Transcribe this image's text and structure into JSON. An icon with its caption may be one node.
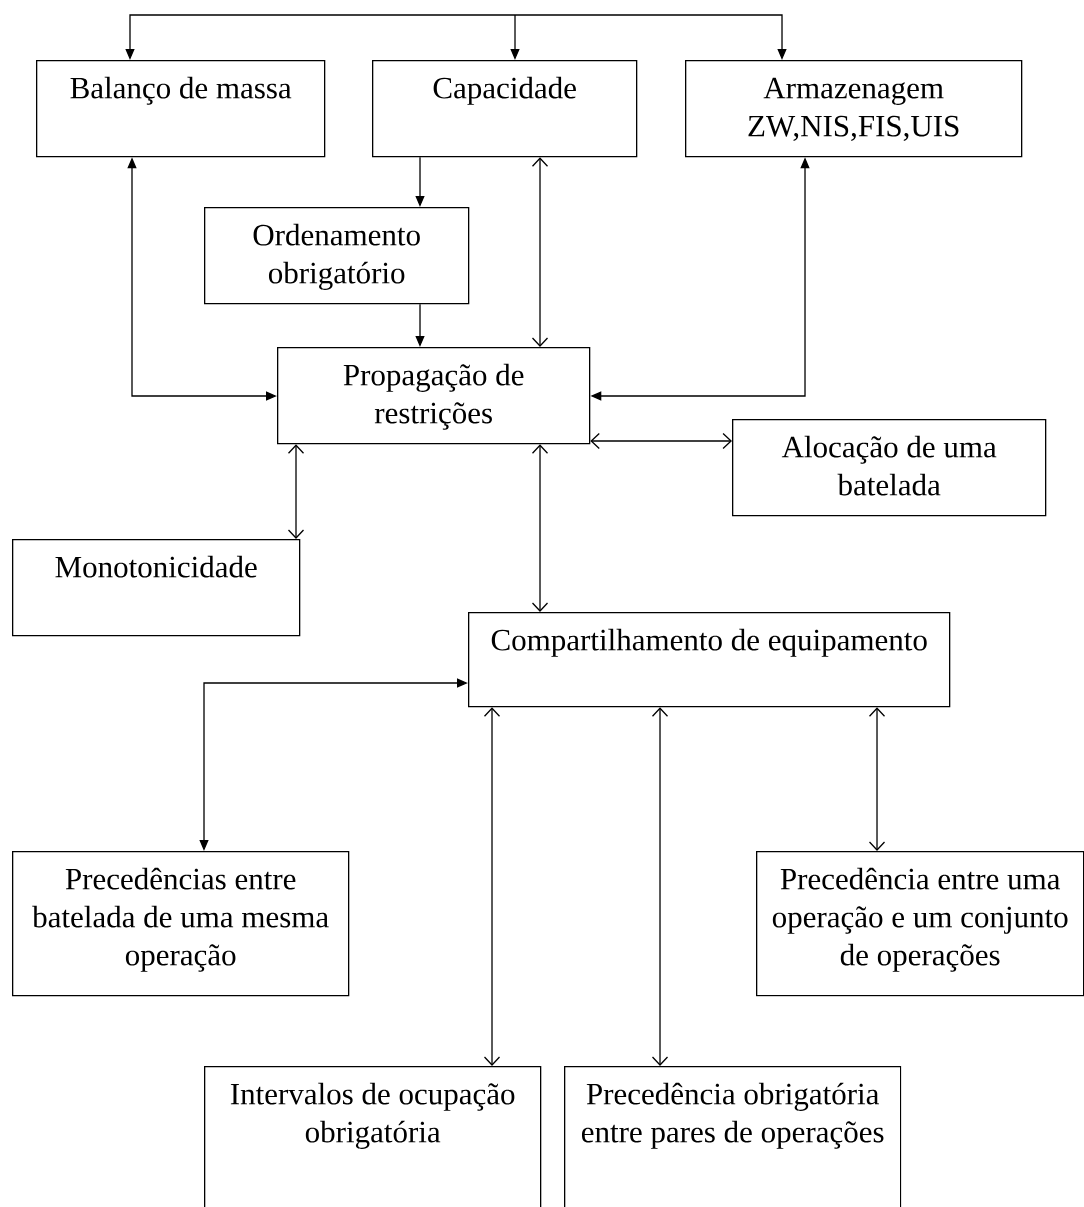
{
  "diagram": {
    "nodes": [
      {
        "text": [
          "Balanço de massa"
        ]
      },
      {
        "text": [
          "Capacidade"
        ]
      },
      {
        "text": [
          "Armazenagem ZW,NIS,FIS,UIS"
        ]
      },
      {
        "text": [
          "Ordenamento obrigatório"
        ]
      },
      {
        "text": [
          "Propagação de restrições"
        ]
      },
      {
        "text": [
          "Alocação de uma batelada"
        ]
      },
      {
        "text": [
          "Monotonicidade"
        ]
      },
      {
        "text": [
          "Compartilhamento de equipamento"
        ]
      },
      {
        "text": [
          "Precedências entre batelada de uma mesma operação"
        ]
      },
      {
        "text": [
          "Precedência entre uma operação e um conjunto de operações"
        ]
      },
      {
        "text": [
          "Intervalos de ocupação obrigatória"
        ]
      },
      {
        "text": [
          "Precedência obrigatória entre pares de operações"
        ]
      }
    ],
    "edges": [
      {
        "from": null,
        "to": 0,
        "arrow": "to"
      },
      {
        "from": null,
        "to": 1,
        "arrow": "to"
      },
      {
        "from": null,
        "to": 2,
        "arrow": "to"
      },
      {
        "from": 1,
        "to": 3,
        "arrow": "to"
      },
      {
        "from": 1,
        "to": 4,
        "arrow": "both"
      },
      {
        "from": 3,
        "to": 4,
        "arrow": "to"
      },
      {
        "from": 0,
        "to": 4,
        "arrow": "both"
      },
      {
        "from": 2,
        "to": 4,
        "arrow": "both"
      },
      {
        "from": 4,
        "to": 5,
        "arrow": "both"
      },
      {
        "from": 4,
        "to": 6,
        "arrow": "both"
      },
      {
        "from": 4,
        "to": 7,
        "arrow": "both"
      },
      {
        "from": 7,
        "to": 8,
        "arrow": "both"
      },
      {
        "from": 7,
        "to": 10,
        "arrow": "both"
      },
      {
        "from": 7,
        "to": 11,
        "arrow": "both"
      },
      {
        "from": 7,
        "to": 9,
        "arrow": "both"
      }
    ]
  }
}
